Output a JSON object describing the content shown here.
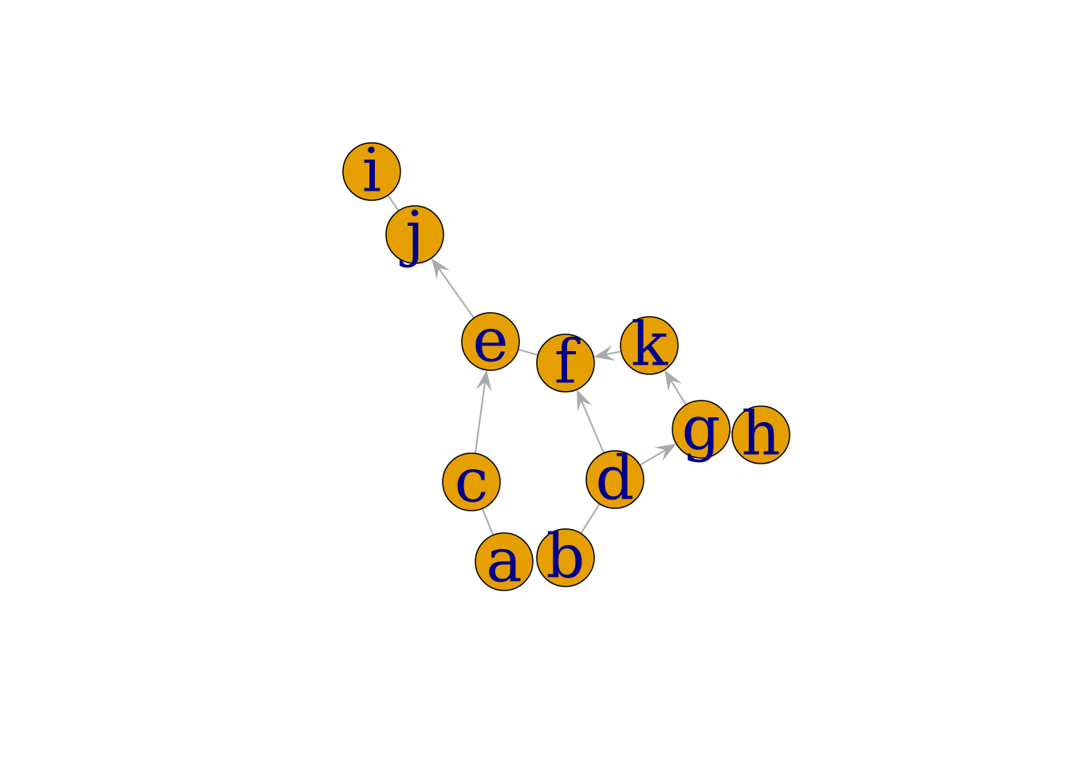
{
  "graph": {
    "node_fill": "#E69F00",
    "label_color": "#00008B",
    "edge_color": "#AAAAAA",
    "nodes": [
      {
        "id": "a",
        "label": "a"
      },
      {
        "id": "b",
        "label": "b"
      },
      {
        "id": "c",
        "label": "c"
      },
      {
        "id": "d",
        "label": "d"
      },
      {
        "id": "e",
        "label": "e"
      },
      {
        "id": "f",
        "label": "f"
      },
      {
        "id": "g",
        "label": "g"
      },
      {
        "id": "h",
        "label": "h"
      },
      {
        "id": "i",
        "label": "i"
      },
      {
        "id": "j",
        "label": "j"
      },
      {
        "id": "k",
        "label": "k"
      }
    ],
    "edges": [
      {
        "from": "a",
        "to": "c",
        "arrow": false
      },
      {
        "from": "c",
        "to": "e",
        "arrow": true
      },
      {
        "from": "e",
        "to": "j",
        "arrow": true
      },
      {
        "from": "j",
        "to": "i",
        "arrow": false
      },
      {
        "from": "e",
        "to": "f",
        "arrow": false
      },
      {
        "from": "k",
        "to": "f",
        "arrow": true
      },
      {
        "from": "b",
        "to": "d",
        "arrow": false
      },
      {
        "from": "d",
        "to": "f",
        "arrow": true
      },
      {
        "from": "d",
        "to": "g",
        "arrow": true
      },
      {
        "from": "g",
        "to": "k",
        "arrow": true
      },
      {
        "from": "g",
        "to": "h",
        "arrow": false
      }
    ]
  }
}
